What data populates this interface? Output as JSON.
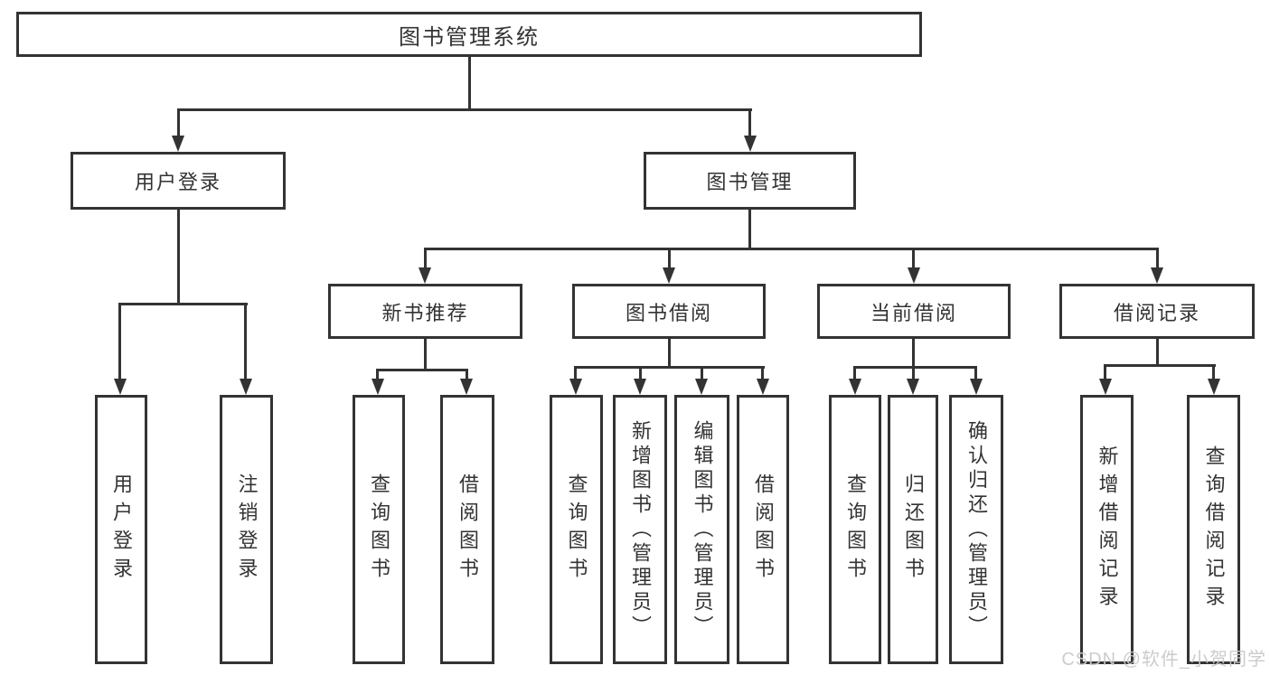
{
  "tree": {
    "root": {
      "label": "图书管理系统"
    },
    "branches": [
      {
        "label": "用户登录",
        "children": [
          {
            "label": "用户登录"
          },
          {
            "label": "注销登录"
          }
        ]
      },
      {
        "label": "图书管理",
        "children": [
          {
            "label": "新书推荐",
            "children": [
              {
                "label": "查询图书"
              },
              {
                "label": "借阅图书"
              }
            ]
          },
          {
            "label": "图书借阅",
            "children": [
              {
                "label": "查询图书"
              },
              {
                "label": "新增图书（管理员）"
              },
              {
                "label": "编辑图书（管理员）"
              },
              {
                "label": "借阅图书"
              }
            ]
          },
          {
            "label": "当前借阅",
            "children": [
              {
                "label": "查询图书"
              },
              {
                "label": "归还图书"
              },
              {
                "label": "确认归还（管理员）"
              }
            ]
          },
          {
            "label": "借阅记录",
            "children": [
              {
                "label": "新增借阅记录"
              },
              {
                "label": "查询借阅记录"
              }
            ]
          }
        ]
      }
    ]
  },
  "watermark": {
    "text": "CSDN @软件_小贺同学"
  },
  "colors": {
    "line": "#333333",
    "text": "#333333",
    "background": "#ffffff",
    "watermark": "#cbc8cd"
  }
}
